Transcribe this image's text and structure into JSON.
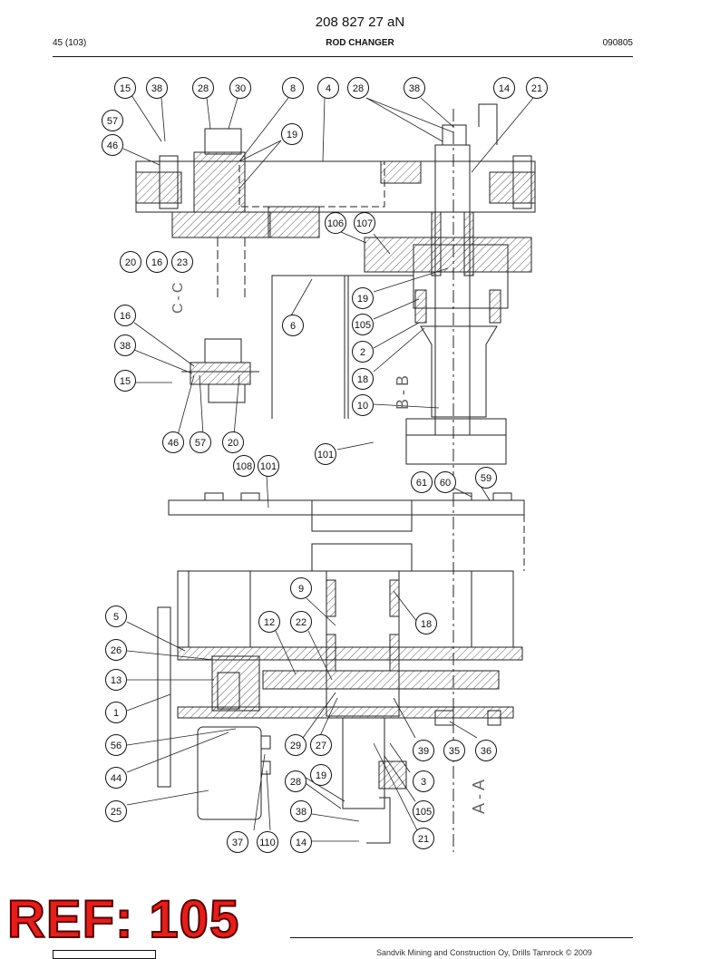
{
  "header": {
    "doc_number": "208 827 27 aN",
    "page_ref": "45 (103)",
    "section_title": "ROD CHANGER",
    "date_code": "090805"
  },
  "section_labels": {
    "cc": "C-C",
    "bb": "B-B",
    "aa": "A-A"
  },
  "callouts": [
    {
      "id": "c1",
      "label": "15"
    },
    {
      "id": "c2",
      "label": "38"
    },
    {
      "id": "c3",
      "label": "28"
    },
    {
      "id": "c4",
      "label": "30"
    },
    {
      "id": "c5",
      "label": "8"
    },
    {
      "id": "c6",
      "label": "4"
    },
    {
      "id": "c7",
      "label": "28"
    },
    {
      "id": "c8",
      "label": "38"
    },
    {
      "id": "c9",
      "label": "14"
    },
    {
      "id": "c10",
      "label": "21"
    },
    {
      "id": "c11",
      "label": "57"
    },
    {
      "id": "c12",
      "label": "46"
    },
    {
      "id": "c13",
      "label": "19"
    },
    {
      "id": "c14",
      "label": "106"
    },
    {
      "id": "c15",
      "label": "107"
    },
    {
      "id": "c16",
      "label": "20"
    },
    {
      "id": "c17",
      "label": "16"
    },
    {
      "id": "c18",
      "label": "23"
    },
    {
      "id": "c19",
      "label": "19"
    },
    {
      "id": "c20",
      "label": "16"
    },
    {
      "id": "c21",
      "label": "6"
    },
    {
      "id": "c22",
      "label": "105"
    },
    {
      "id": "c23",
      "label": "38"
    },
    {
      "id": "c24",
      "label": "2"
    },
    {
      "id": "c25",
      "label": "15"
    },
    {
      "id": "c26",
      "label": "18"
    },
    {
      "id": "c27",
      "label": "10"
    },
    {
      "id": "c28",
      "label": "46"
    },
    {
      "id": "c29",
      "label": "57"
    },
    {
      "id": "c30",
      "label": "20"
    },
    {
      "id": "c31",
      "label": "101"
    },
    {
      "id": "c32",
      "label": "108"
    },
    {
      "id": "c33",
      "label": "101"
    },
    {
      "id": "c34",
      "label": "59"
    },
    {
      "id": "c35",
      "label": "61"
    },
    {
      "id": "c36",
      "label": "60"
    },
    {
      "id": "c37",
      "label": "9"
    },
    {
      "id": "c38",
      "label": "5"
    },
    {
      "id": "c39",
      "label": "12"
    },
    {
      "id": "c40",
      "label": "22"
    },
    {
      "id": "c41",
      "label": "18"
    },
    {
      "id": "c42",
      "label": "26"
    },
    {
      "id": "c43",
      "label": "13"
    },
    {
      "id": "c44",
      "label": "1"
    },
    {
      "id": "c45",
      "label": "56"
    },
    {
      "id": "c46",
      "label": "29"
    },
    {
      "id": "c47",
      "label": "27"
    },
    {
      "id": "c48",
      "label": "39"
    },
    {
      "id": "c49",
      "label": "35"
    },
    {
      "id": "c50",
      "label": "36"
    },
    {
      "id": "c51",
      "label": "44"
    },
    {
      "id": "c52",
      "label": "19"
    },
    {
      "id": "c53",
      "label": "28"
    },
    {
      "id": "c54",
      "label": "3"
    },
    {
      "id": "c55",
      "label": "25"
    },
    {
      "id": "c56",
      "label": "38"
    },
    {
      "id": "c57",
      "label": "105"
    },
    {
      "id": "c58",
      "label": "37"
    },
    {
      "id": "c59",
      "label": "110"
    },
    {
      "id": "c60",
      "label": "14"
    },
    {
      "id": "c61",
      "label": "21"
    }
  ],
  "ref_stamp": "REF: 105",
  "footer": {
    "copyright": "Sandvik Mining and Construction Oy, Drills Tamrock © 2009"
  }
}
